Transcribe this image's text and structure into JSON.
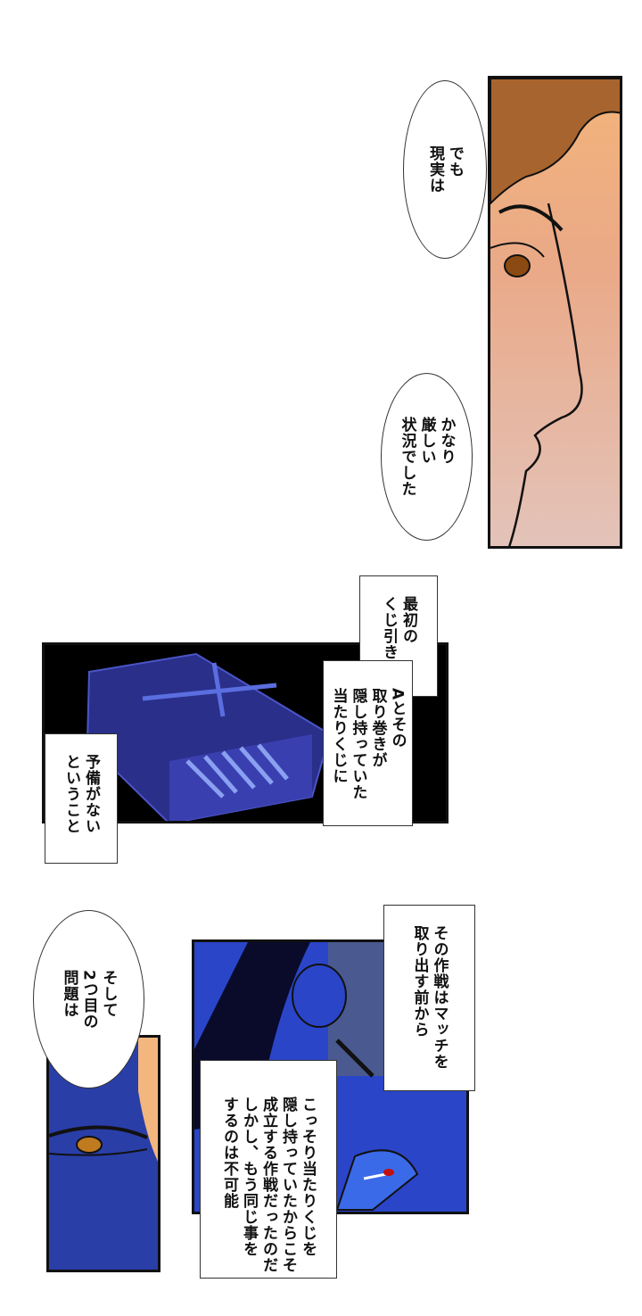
{
  "panel1": {
    "bubble_1": [
      "でも",
      "現実は"
    ],
    "bubble_2": [
      "かなり",
      "厳しい",
      "状況でした"
    ]
  },
  "panel2": {
    "caption_1": [
      "最初の",
      "くじ引きで"
    ],
    "caption_2": [
      "Aとその",
      "取り巻きが",
      "隠し持っていた",
      "当たりくじに"
    ],
    "caption_3": [
      "予備がない",
      "ということ"
    ]
  },
  "panel3": {
    "caption_1": [
      "その作戦はマッチを",
      "取り出す前から"
    ],
    "caption_2": [
      "こっそり当たりくじを",
      "隠し持っていたからこそ",
      "成立する作戦だったのだ",
      "しかし、もう同じ事を",
      "するのは不可能"
    ]
  },
  "panel4": {
    "bubble_1": [
      "そして",
      "2つ目の",
      "問題は"
    ]
  },
  "colors": {
    "skin": "#f2b67e",
    "hair": "#a8642e",
    "night_blue": "#2a45c8",
    "panel_black": "#000000"
  }
}
